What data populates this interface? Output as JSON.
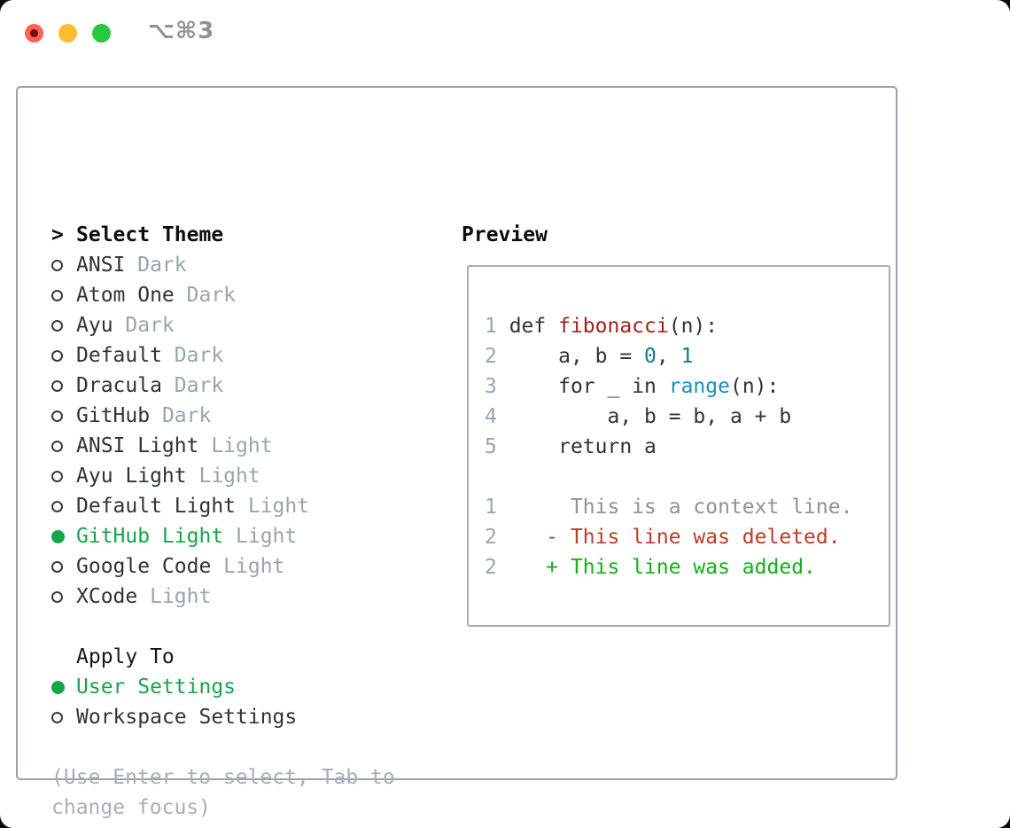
{
  "titlebar": {
    "shortcut": "⌥⌘3"
  },
  "colors": {
    "fg": "#2e343b",
    "heading": "#0b0e11",
    "muted": "#9aa5b1",
    "hint": "#a6afba",
    "green": "#17a44b",
    "diff-red": "#bd3a29",
    "diff-green": "#11b117",
    "func-red": "#a12217",
    "builtin-blue": "#188fc4",
    "num-teal": "#0d7e86",
    "context-gray": "#8b939c",
    "lineno": "#9aa5b1",
    "panel-border": "#99a1aa",
    "preview-border": "#a6acb4",
    "light-red": "#ff5f57",
    "light-yellow": "#febc2e",
    "light-green": "#28c840",
    "shortcut-gray": "#8f9297"
  },
  "theme_menu": {
    "title": "Select Theme",
    "title_marker": ">",
    "items": [
      {
        "name": "ANSI",
        "tag": "Dark",
        "selected": false
      },
      {
        "name": "Atom One",
        "tag": "Dark",
        "selected": false
      },
      {
        "name": "Ayu",
        "tag": "Dark",
        "selected": false
      },
      {
        "name": "Default",
        "tag": "Dark",
        "selected": false
      },
      {
        "name": "Dracula",
        "tag": "Dark",
        "selected": false
      },
      {
        "name": "GitHub",
        "tag": "Dark",
        "selected": false
      },
      {
        "name": "ANSI Light",
        "tag": "Light",
        "selected": false
      },
      {
        "name": "Ayu Light",
        "tag": "Light",
        "selected": false
      },
      {
        "name": "Default Light",
        "tag": "Light",
        "selected": false
      },
      {
        "name": "GitHub Light",
        "tag": "Light",
        "selected": true
      },
      {
        "name": "Google Code",
        "tag": "Light",
        "selected": false
      },
      {
        "name": "XCode",
        "tag": "Light",
        "selected": false
      }
    ]
  },
  "apply_to": {
    "title": "Apply To",
    "options": [
      {
        "name": "User Settings",
        "selected": true
      },
      {
        "name": "Workspace Settings",
        "selected": false
      }
    ]
  },
  "hint": {
    "line1": "(Use Enter to select, Tab to",
    "line2": "change focus)"
  },
  "preview": {
    "title": "Preview",
    "code_lines": [
      {
        "num": "1",
        "segments": [
          {
            "t": "def ",
            "c": "fg"
          },
          {
            "t": "fibonacci",
            "c": "func-red"
          },
          {
            "t": "(n):",
            "c": "fg"
          }
        ]
      },
      {
        "num": "2",
        "segments": [
          {
            "t": "    a, b = ",
            "c": "fg"
          },
          {
            "t": "0",
            "c": "num-teal"
          },
          {
            "t": ", ",
            "c": "fg"
          },
          {
            "t": "1",
            "c": "num-teal"
          }
        ]
      },
      {
        "num": "3",
        "segments": [
          {
            "t": "    for _ in ",
            "c": "fg"
          },
          {
            "t": "range",
            "c": "builtin-blue"
          },
          {
            "t": "(n):",
            "c": "fg"
          }
        ]
      },
      {
        "num": "4",
        "segments": [
          {
            "t": "        a, b = b, a + b",
            "c": "fg"
          }
        ]
      },
      {
        "num": "5",
        "segments": [
          {
            "t": "    return a",
            "c": "fg"
          }
        ]
      }
    ],
    "diff_lines": [
      {
        "num": "1",
        "segments": [
          {
            "t": "     This is a context line.",
            "c": "context-gray"
          }
        ]
      },
      {
        "num": "2",
        "segments": [
          {
            "t": "   - This line was deleted.",
            "c": "diff-red"
          }
        ]
      },
      {
        "num": "2",
        "segments": [
          {
            "t": "   + This line was added.",
            "c": "diff-green"
          }
        ]
      }
    ]
  }
}
